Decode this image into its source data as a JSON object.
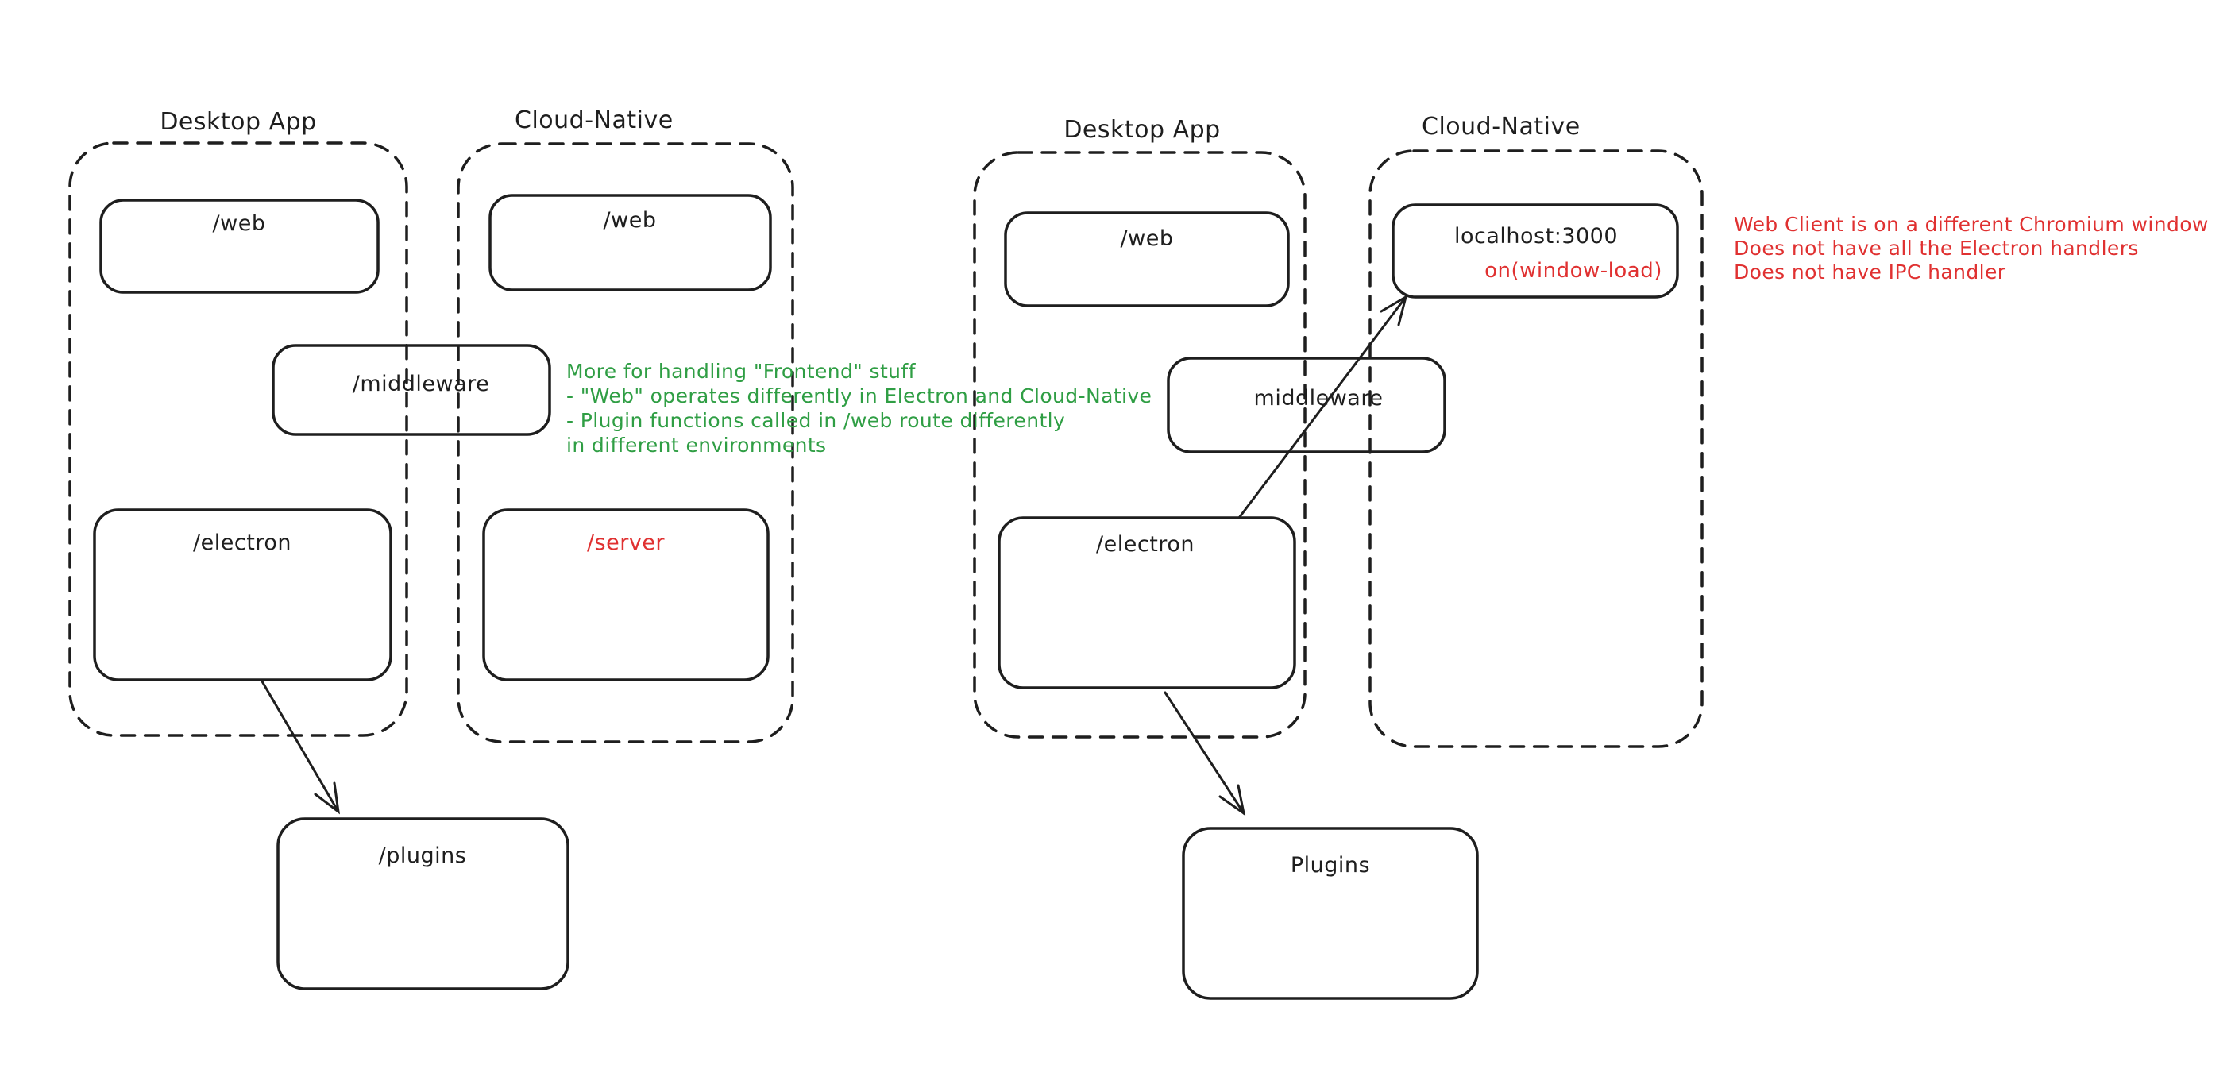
{
  "colors": {
    "stroke": "#1e1e1e",
    "accent_red": "#e03131",
    "accent_green": "#2f9e44",
    "background": "#ffffff"
  },
  "left": {
    "desktop_label": "Desktop App",
    "cloud_label": "Cloud-Native",
    "web_desktop": "/web",
    "web_cloud": "/web",
    "middleware": "/middleware",
    "electron": "/electron",
    "server": "/server",
    "plugins": "/plugins",
    "note": {
      "l1": "More for handling \"Frontend\" stuff",
      "l2": "- \"Web\" operates differently in Electron and Cloud-Native",
      "l3": "- Plugin functions called in /web route differently",
      "l4": "in different environments"
    }
  },
  "right": {
    "desktop_label": "Desktop App",
    "cloud_label": "Cloud-Native",
    "web": "/web",
    "localhost": "localhost:3000",
    "localhost_event": "on(window-load)",
    "middleware": "middleware",
    "electron": "/electron",
    "plugins": "Plugins",
    "note": {
      "l1": "Web Client is on a different Chromium window",
      "l2": "Does not have all the Electron handlers",
      "l3": "Does not have IPC handler"
    }
  }
}
